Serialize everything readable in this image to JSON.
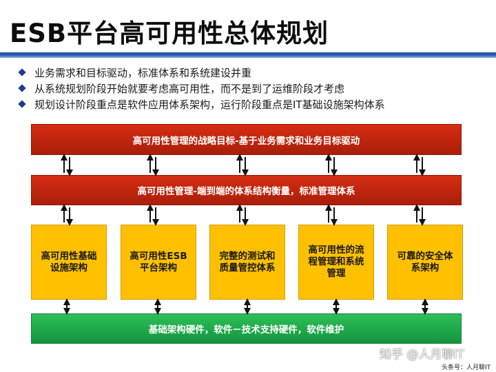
{
  "title": "ESB平台高可用性总体规划",
  "bullets": [
    "业务需求和目标驱动，标准体系和系统建设并重",
    "从系统规划阶段开始就要考虑高可用性，而不是到了运维阶段才考虑",
    "规划设计阶段重点是软件应用体系架构，运行阶段重点是IT基础设施架构体系"
  ],
  "diagram": {
    "top_bar": "高可用性管理的战略目标-基于业务需求和业务目标驱动",
    "second_bar": "高可用性管理-端到端的体系结构衡量，标准管理体系",
    "pillars": [
      "高可用性基础设施架构",
      "高可用性ESB平台架构",
      "完整的测试和质量管控体系",
      "高可用性的流程管理和系统管理",
      "可靠的安全体系架构"
    ],
    "bottom_bar": "基础架构硬件，软件－技术支持硬件，软件维护"
  },
  "colors": {
    "title_rule": "#2f63b8",
    "bullet_marker": "#1f3a93",
    "red_bar": "#c0250e",
    "pillar_box": "#ffc000",
    "green_bar": "#1ea849"
  },
  "watermark": "知乎 @人月聊IT",
  "source_label": "头条号：人月聊IT"
}
